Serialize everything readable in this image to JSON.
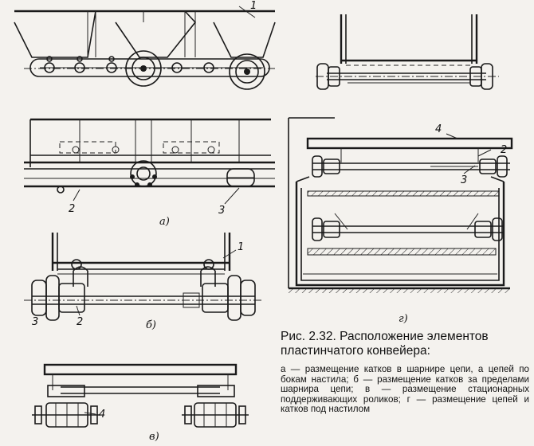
{
  "figure": {
    "part_labels": {
      "a": "а)",
      "b": "б)",
      "v": "в)",
      "g": "г)"
    },
    "callouts": {
      "a_top_1": "1",
      "a_chain_2": "2",
      "a_roller_3": "3",
      "b_plate_1": "1",
      "b_chain_2": "2",
      "b_roller_3": "3",
      "v_roller_4": "4",
      "g_deck_4": "4",
      "g_chain_2": "2",
      "g_roller_3": "3"
    }
  },
  "caption": {
    "title": "Рис. 2.32. Расположение элементов пластинчатого конвейера:",
    "body": "а — размещение катков в шарнире цепи, а цепей по бокам настила; б — размещение катков за пределами шарнира цепи; в — размещение стационарных поддерживающих роликов; г — размещение цепей и катков под настилом"
  }
}
